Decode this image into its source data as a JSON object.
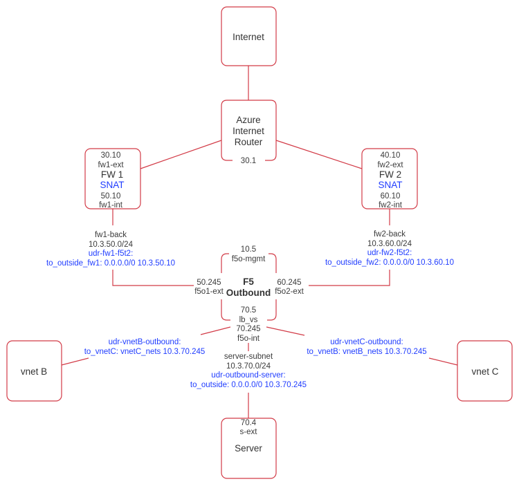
{
  "colors": {
    "link": "#d23a46",
    "route_text": "#1f3cff",
    "text": "#3a3a3a"
  },
  "internet": {
    "label": "Internet"
  },
  "router": {
    "line1": "Azure",
    "line2": "Internet",
    "line3": "Router",
    "ip": "30.1"
  },
  "fw1": {
    "ext_ip": "30.10",
    "ext_name": "fw1-ext",
    "title": "FW 1",
    "snat": "SNAT",
    "int_ip": "50.10",
    "int_name": "fw1-int"
  },
  "fw2": {
    "ext_ip": "40.10",
    "ext_name": "fw2-ext",
    "title": "FW 2",
    "snat": "SNAT",
    "int_ip": "60.10",
    "int_name": "fw2-int"
  },
  "fw1_back": {
    "name": "fw1-back",
    "subnet": "10.3.50.0/24",
    "udr": "udr-fw1-f5t2:",
    "route": "to_outside_fw1: 0.0.0.0/0 10.3.50.10"
  },
  "fw2_back": {
    "name": "fw2-back",
    "subnet": "10.3.60.0/24",
    "udr": "udr-fw2-f5t2:",
    "route": "to_outside_fw2: 0.0.0.0/0 10.3.60.10"
  },
  "f5": {
    "mgmt_ip": "10.5",
    "mgmt_name": "f5o-mgmt",
    "title1": "F5",
    "title2": "Outbound",
    "ext1_ip": "50.245",
    "ext1_name": "f5o1-ext",
    "ext2_ip": "60.245",
    "ext2_name": "f5o2-ext",
    "vs_ip": "70.5",
    "vs_name": "lb_vs",
    "int_ip": "70.245",
    "int_name": "f5o-int"
  },
  "vnetb_route": {
    "udr": "udr-vnetB-outbound:",
    "route": "to_vnetC: vnetC_nets 10.3.70.245"
  },
  "vnetc_route": {
    "udr": "udr-vnetC-outbound:",
    "route": "to_vnetB: vnetB_nets 10.3.70.245"
  },
  "server_subnet": {
    "name": "server-subnet",
    "subnet": "10.3.70.0/24",
    "udr": "udr-outbound-server:",
    "route": "to_outside: 0.0.0.0/0 10.3.70.245"
  },
  "vnetb": {
    "label": "vnet B"
  },
  "vnetc": {
    "label": "vnet C"
  },
  "server": {
    "ip": "70.4",
    "name": "s-ext",
    "label": "Server"
  }
}
